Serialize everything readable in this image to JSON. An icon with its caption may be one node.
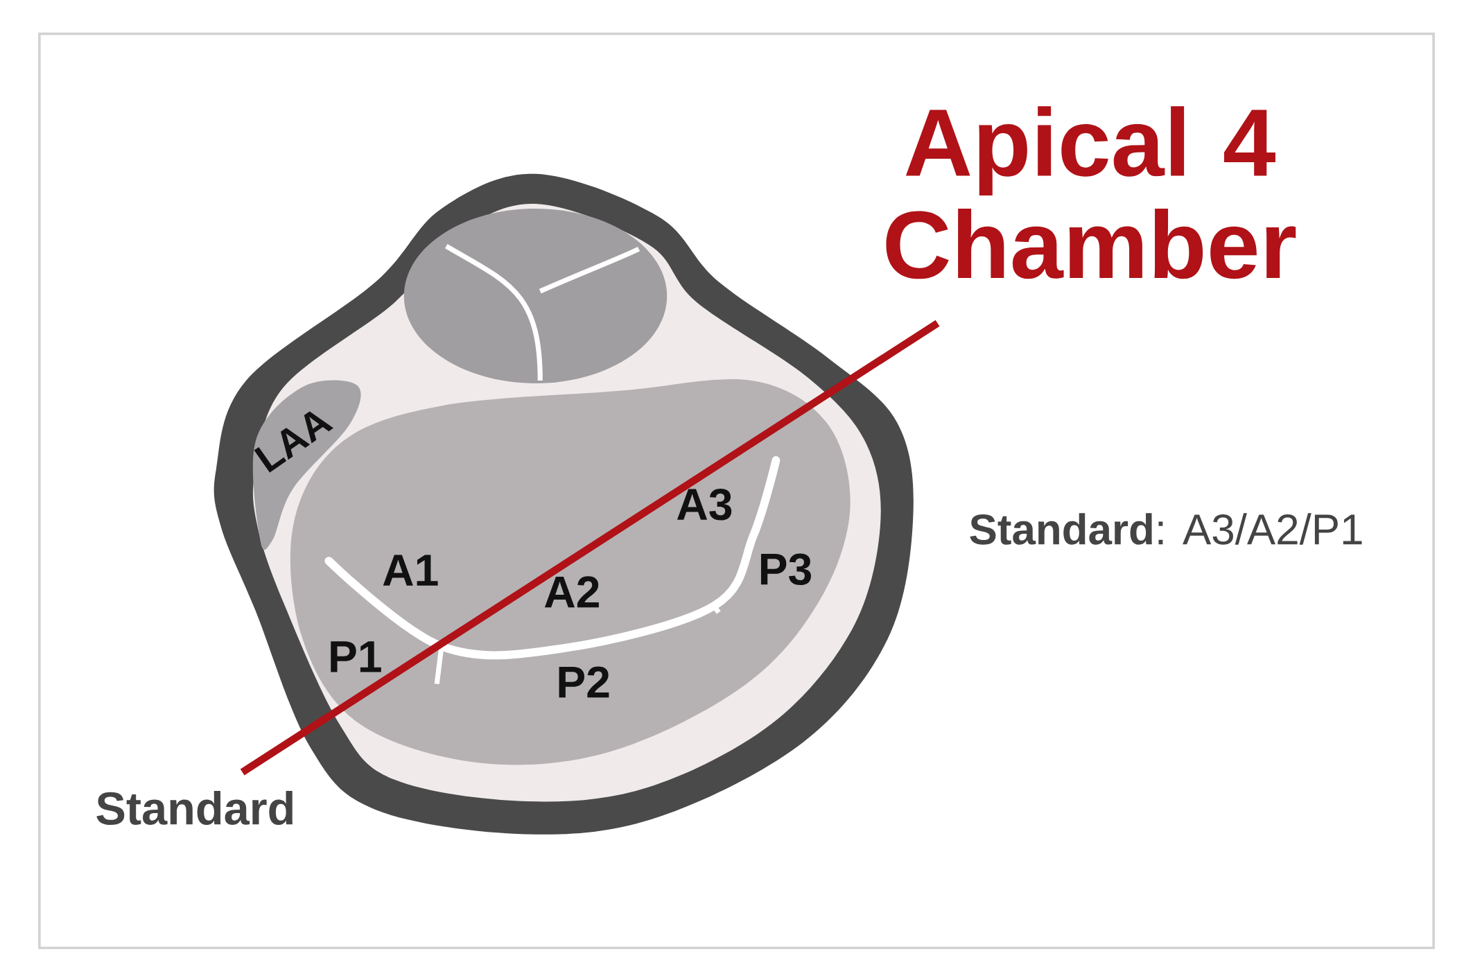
{
  "diagram": {
    "title": "Apical 4 Chamber",
    "labels": [
      "LAA",
      "A1",
      "A2",
      "A3",
      "P1",
      "P2",
      "P3",
      "Standard",
      "**Standard**: A3/A2/P1"
    ]
  }
}
